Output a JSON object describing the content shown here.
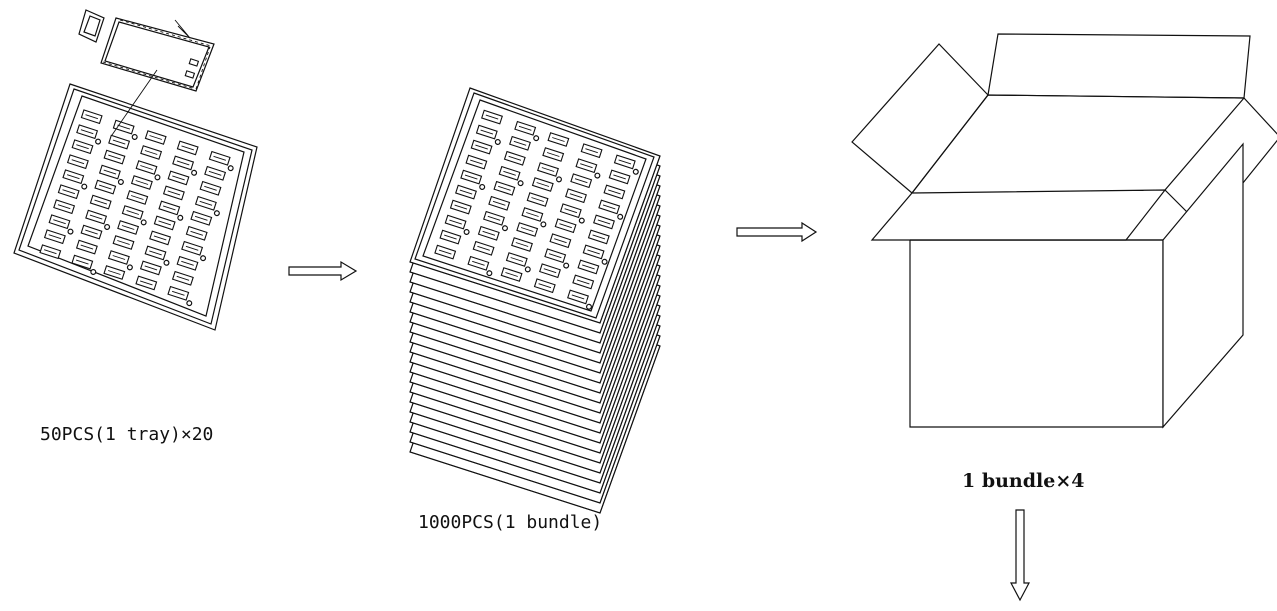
{
  "diagram": {
    "steps": [
      {
        "caption": "50PCS(1 tray)×20"
      },
      {
        "caption": "1000PCS(1 bundle)"
      },
      {
        "caption": "1 bundle×4"
      }
    ],
    "stack_layers": 20,
    "arrows": [
      "arrow-right",
      "arrow-right",
      "arrow-down"
    ]
  }
}
